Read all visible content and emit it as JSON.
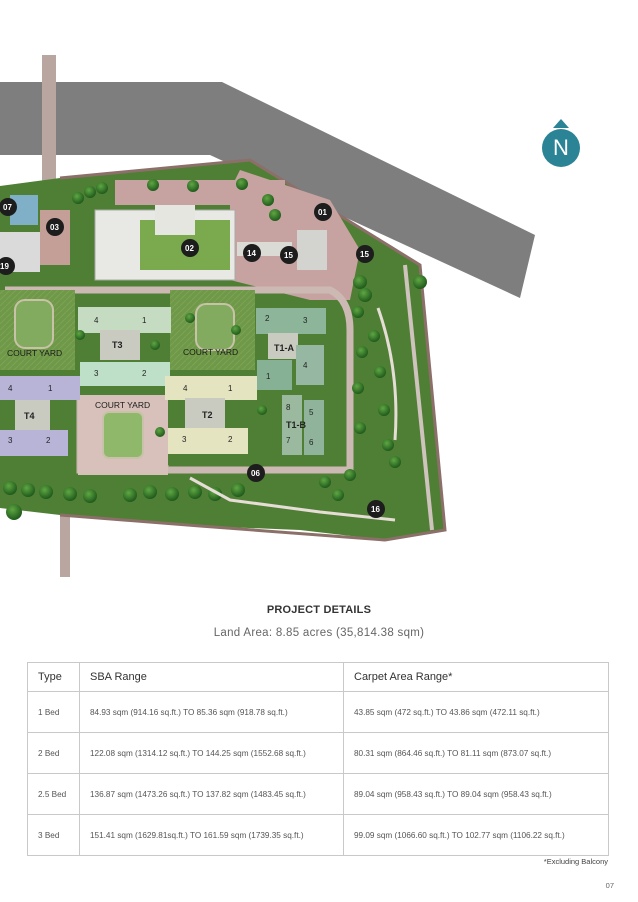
{
  "site_plan": {
    "markers": [
      "01",
      "02",
      "03",
      "06",
      "07",
      "14",
      "15",
      "15",
      "16",
      "19"
    ],
    "court_yards": [
      "COURT YARD",
      "COURT YARD",
      "COURT YARD"
    ],
    "towers": [
      "T1-A",
      "T1-B",
      "T2",
      "T3",
      "T4"
    ],
    "wing_numbers": [
      "1",
      "2",
      "3",
      "4",
      "5",
      "6",
      "7",
      "8"
    ]
  },
  "compass": {
    "label": "N",
    "color": "#2a8496"
  },
  "project": {
    "title": "PROJECT DETAILS",
    "land_area": "Land Area: 8.85 acres (35,814.38 sqm)"
  },
  "table": {
    "headers": {
      "type": "Type",
      "sba": "SBA Range",
      "carpet": "Carpet Area Range*"
    },
    "rows": [
      {
        "type": "1 Bed",
        "sba": "84.93 sqm (914.16 sq.ft.) TO 85.36 sqm (918.78 sq.ft.)",
        "carpet": "43.85 sqm (472 sq.ft.) TO 43.86 sqm (472.11 sq.ft.)"
      },
      {
        "type": "2 Bed",
        "sba": "122.08 sqm (1314.12 sq.ft.) TO 144.25 sqm (1552.68 sq.ft.)",
        "carpet": "80.31 sqm (864.46 sq.ft.) TO 81.11 sqm (873.07 sq.ft.)"
      },
      {
        "type": "2.5 Bed",
        "sba": "136.87 sqm (1473.26 sq.ft.) TO 137.82 sqm (1483.45 sq.ft.)",
        "carpet": "89.04 sqm (958.43 sq.ft.) TO 89.04 sqm (958.43 sq.ft.)"
      },
      {
        "type": "3 Bed",
        "sba": "151.41 sqm (1629.81sq.ft.) TO 161.59 sqm (1739.35 sq.ft.)",
        "carpet": "99.09 sqm (1066.60 sq.ft.) TO 102.77 sqm (1106.22 sq.ft.)"
      }
    ],
    "footnote": "*Excluding Balcony"
  },
  "page_number": "07"
}
